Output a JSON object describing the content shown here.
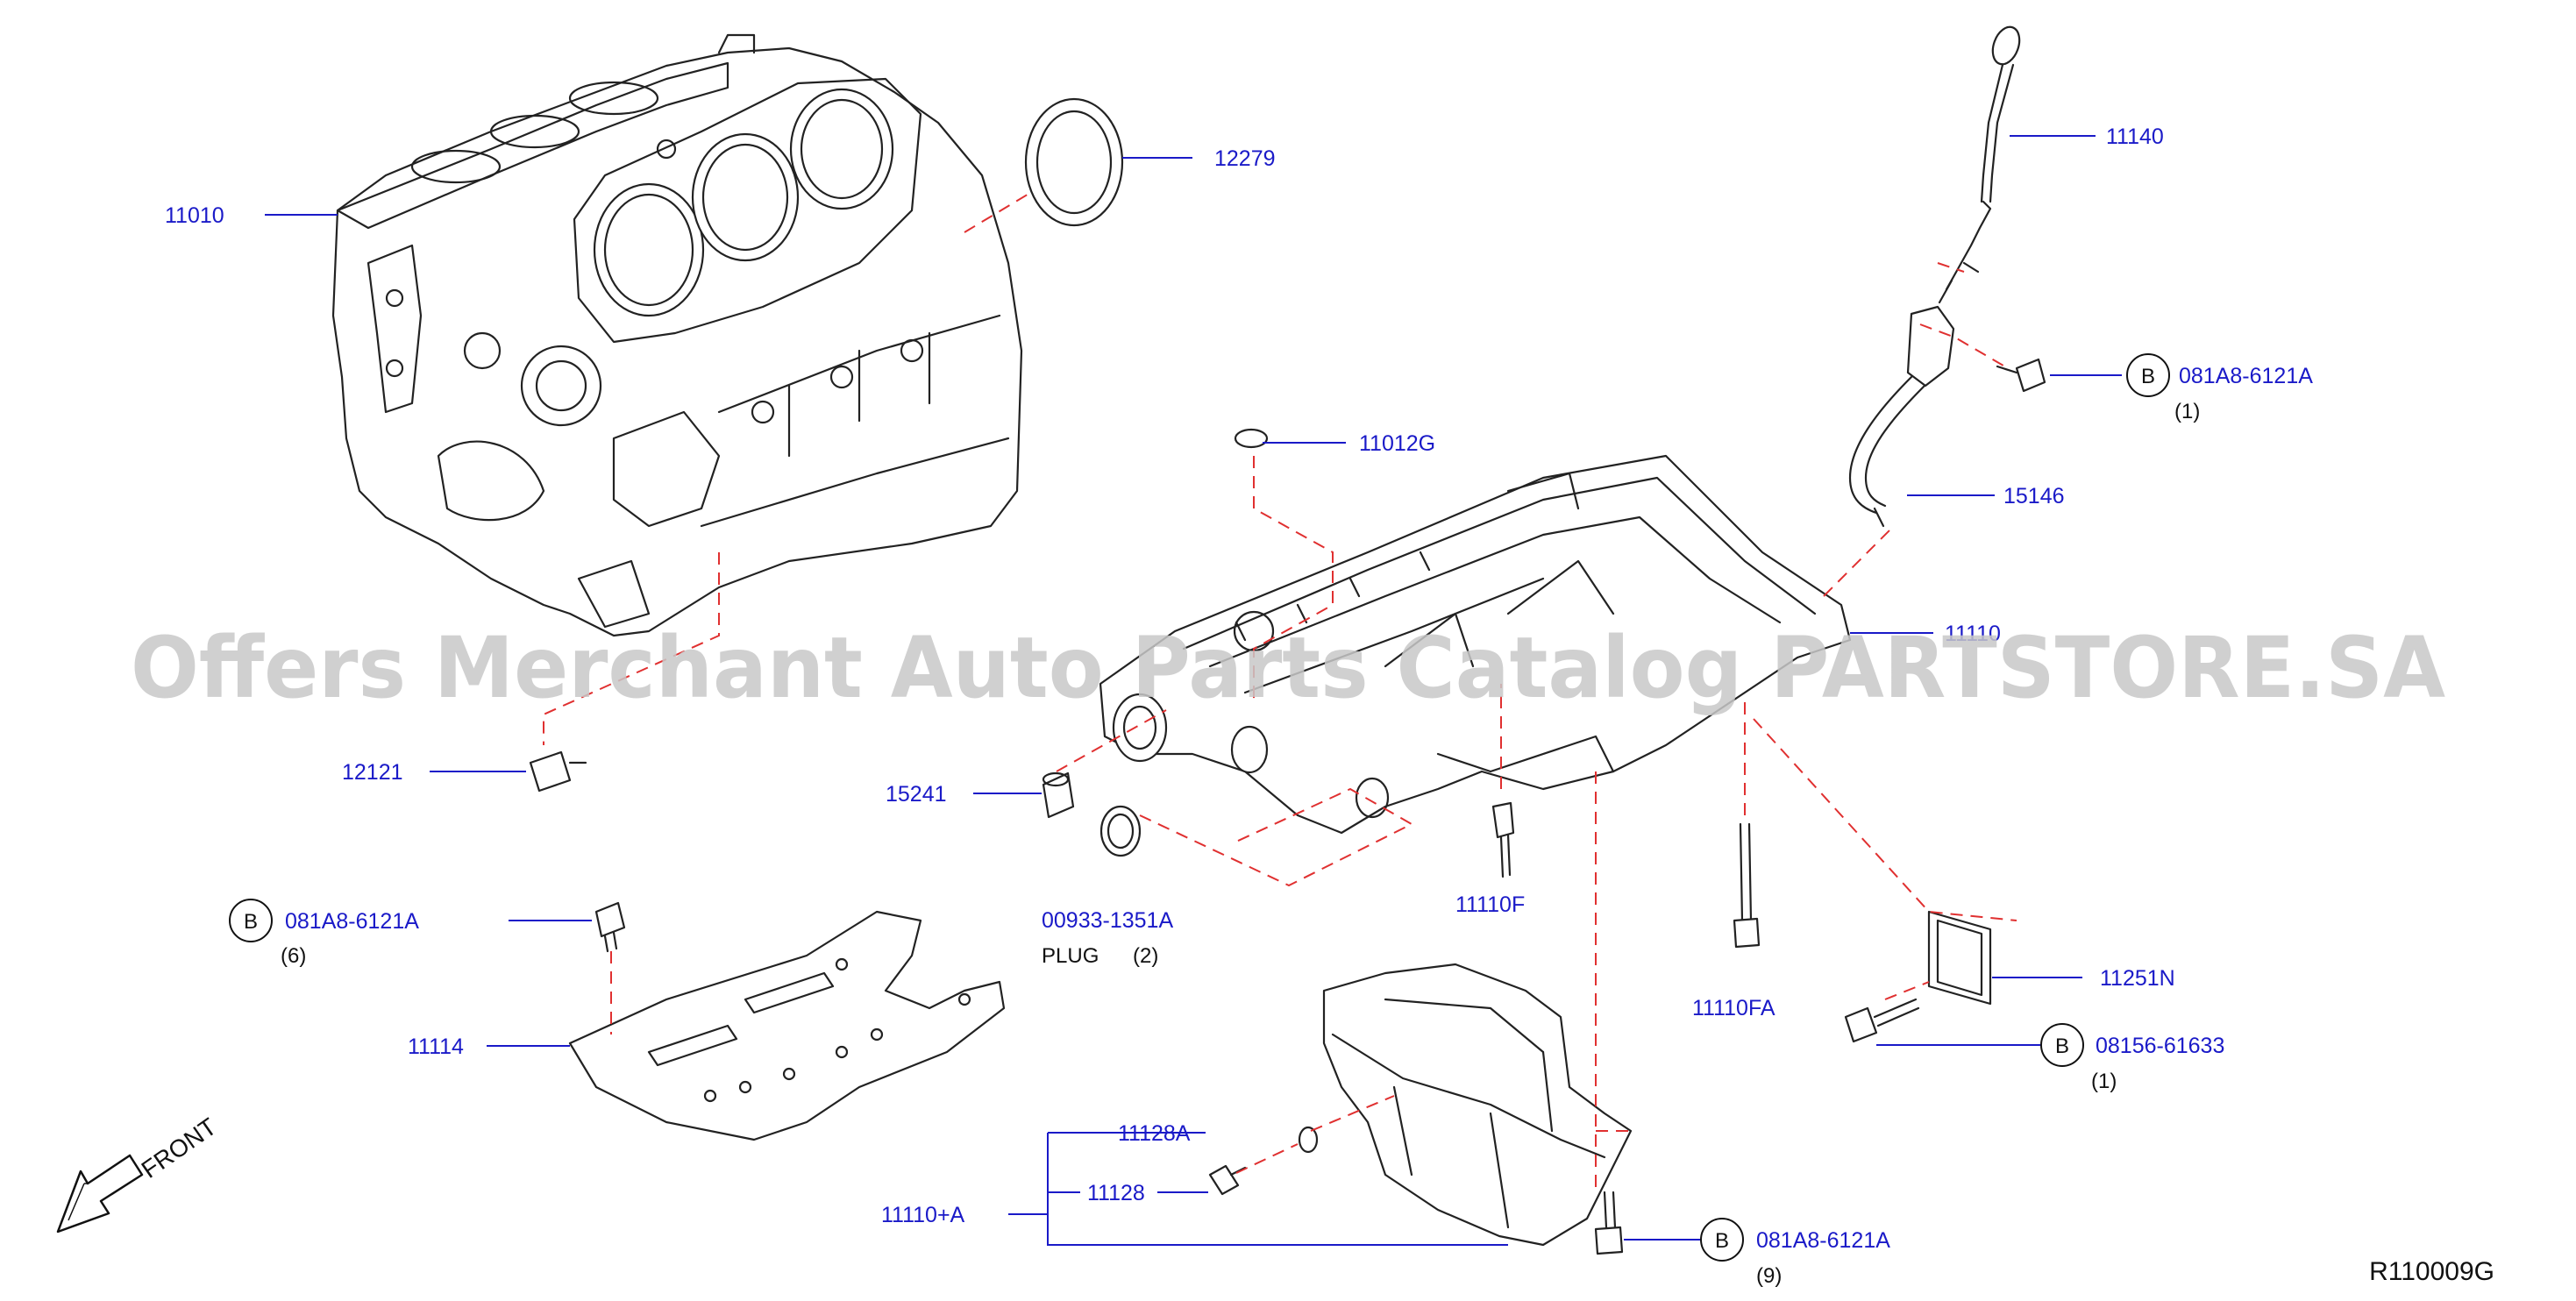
{
  "parts": {
    "p11010": "11010",
    "p12279": "12279",
    "p11140": "11140",
    "p081a8_1": "081A8-6121A",
    "p081a8_1_qty": "(1)",
    "p11012g": "11012G",
    "p15146": "15146",
    "p11110": "11110",
    "p12121": "12121",
    "p15241": "15241",
    "p00933": "00933-1351A",
    "plug": "PLUG",
    "plug_qty": "(2)",
    "p11110f": "11110F",
    "p081a8_6": "081A8-6121A",
    "p081a8_6_qty": "(6)",
    "p11114": "11114",
    "p11110fa": "11110FA",
    "p11251n": "11251N",
    "p08156": "08156-61633",
    "p08156_qty": "(1)",
    "p11128a": "11128A",
    "p11128": "11128",
    "p11110a": "11110+A",
    "p081a8_9": "081A8-6121A",
    "p081a8_9_qty": "(9)"
  },
  "circle_letter": "B",
  "front_label": "FRONT",
  "diagram_ref": "R110009G",
  "watermark": "Offers Merchant Auto Parts Catalog PARTSTORE.SA",
  "colors": {
    "part_label": "#1a1ac8",
    "leader": "#1a1ac8",
    "dashed_guide": "#e03030",
    "linework": "#222222",
    "watermark": "#c8c8c8"
  }
}
